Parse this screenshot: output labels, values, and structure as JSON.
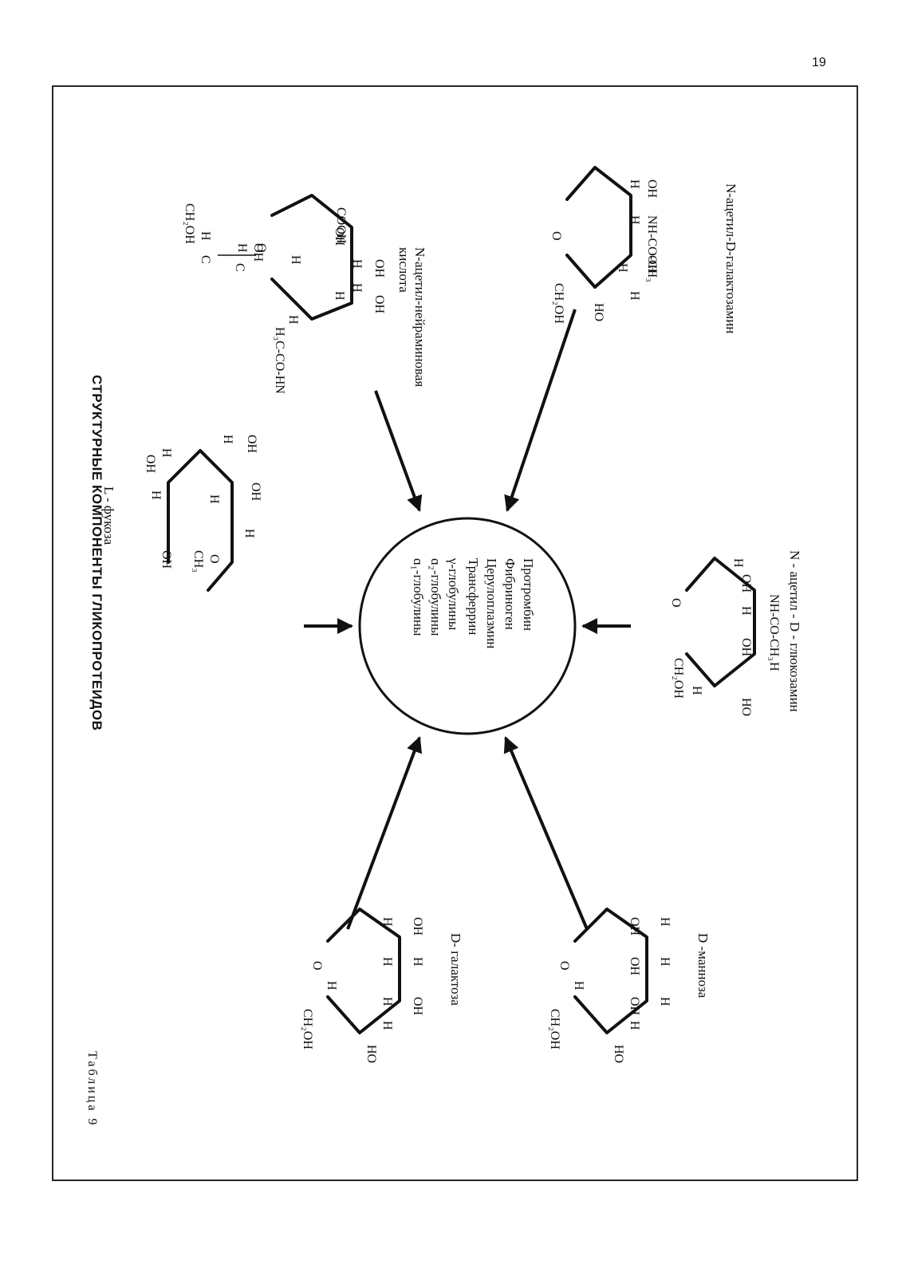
{
  "page_number": "19",
  "table_label": "Таблица 9",
  "title": "СТРУКТУРНЫЕ КОМПОНЕНТЫ ГЛИКОПРОТЕИДОВ",
  "center": {
    "items": [
      "ɑ₁-глобулины",
      "ɑ₂-глобулины",
      "γ-глобулины",
      "Трансферрин",
      "Церулоплазмин",
      "Фибриноген",
      "Протромбин"
    ]
  },
  "compounds": {
    "fucose": "L - фукоза",
    "galactose": "D- галактоза",
    "mannose": "D -манноза",
    "neuraminic_1": "N-ацетил-нейраминовая",
    "neuraminic_2": "кислота",
    "galactosamine": "N-ацетил-D-галактозамин",
    "glucosamine": "N - ацетил - D - глюкозамин"
  },
  "atoms": {
    "h": "H",
    "oh": "OH",
    "ho": "HO",
    "o": "O",
    "ch2oh": "CH₂OH",
    "ch3": "CH₃",
    "cooh": "COOH",
    "nhcoch3": "NH-CO-CH₃",
    "h3ccohn": "H₃C-CO-HN",
    "c": "C",
    "hn": "HN"
  }
}
